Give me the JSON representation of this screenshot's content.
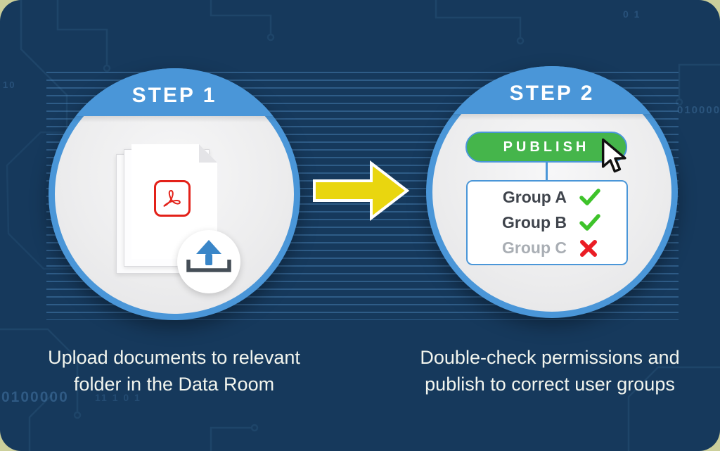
{
  "step1": {
    "title": "STEP 1",
    "caption": [
      "Upload documents to relevant",
      "folder in the Data Room"
    ]
  },
  "step2": {
    "title": "STEP 2",
    "publish_label": "PUBLISH",
    "groups": [
      {
        "name": "Group A",
        "permission": "granted"
      },
      {
        "name": "Group B",
        "permission": "granted"
      },
      {
        "name": "Group C",
        "permission": "denied"
      }
    ],
    "caption": [
      "Double-check permissions and",
      "publish to correct user groups"
    ]
  },
  "decor": {
    "binary_strands": [
      "0100000",
      "010000",
      "0 1",
      "10",
      "11 1 0 1"
    ]
  },
  "colors": {
    "background_navy": "#16395c",
    "accent_blue": "#4a96d8",
    "publish_green": "#45b54b",
    "check_green": "#3ec32a",
    "cross_red": "#ea1d25",
    "pdf_red": "#e32119",
    "arrow_yellow": "#e9d60f",
    "outside_khaki": "#cbcf9b"
  }
}
